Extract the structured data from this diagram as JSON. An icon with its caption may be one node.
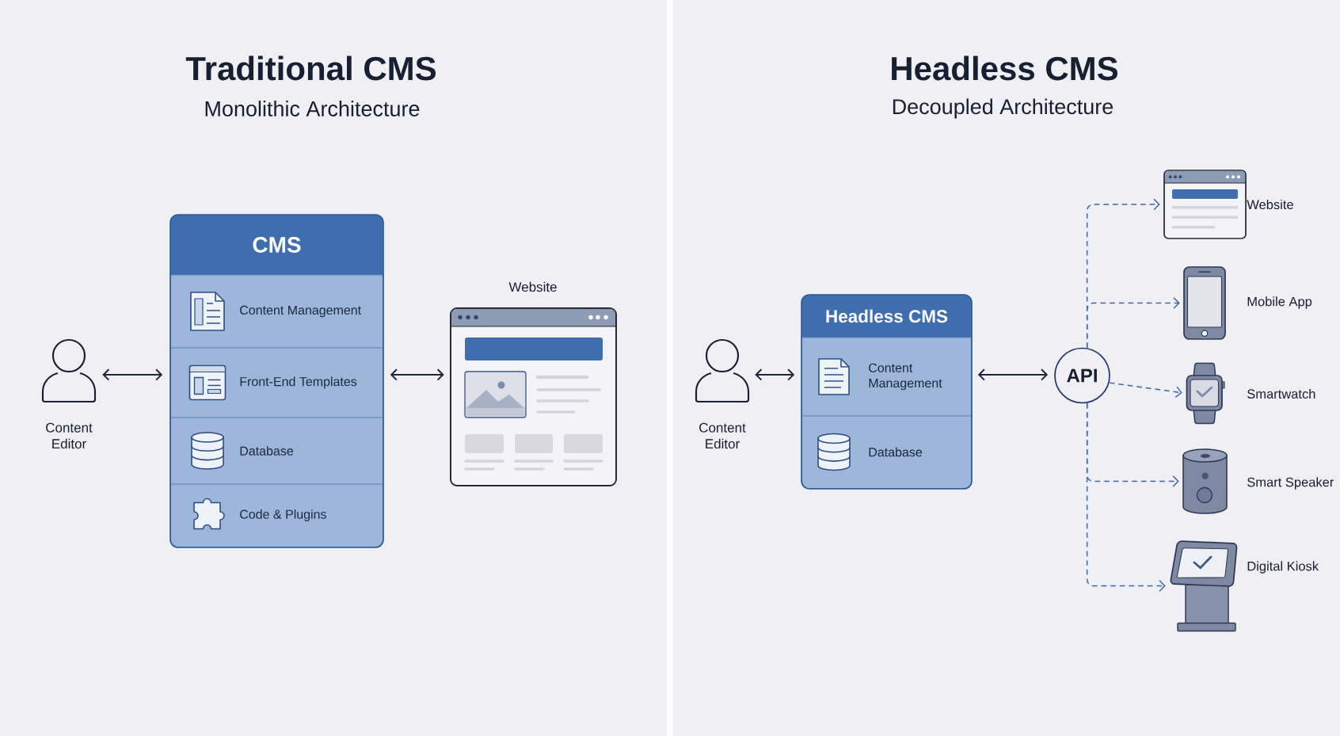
{
  "diagram": {
    "nodes": [
      {
        "text": [
          "Traditional CMS",
          "Monolithic Architecture"
        ]
      },
      {
        "text": [],
        "shape": "person",
        "beside": [
          "Content Editor"
        ],
        "in": 0
      },
      {
        "text": [
          "CMS"
        ],
        "in": 0
      },
      {
        "text": [
          "Content Management"
        ],
        "in": 2
      },
      {
        "text": [
          "Front-End Templates"
        ],
        "in": 2
      },
      {
        "text": [
          "Database"
        ],
        "in": 2
      },
      {
        "text": [
          "Code & Plugins"
        ],
        "in": 2
      },
      {
        "text": [],
        "shape": "picture",
        "beside": [
          "Website"
        ],
        "in": 0
      },
      {
        "text": [
          "Headless CMS",
          "Decoupled Architecture"
        ]
      },
      {
        "text": [],
        "shape": "person",
        "beside": [
          "Content Editor"
        ],
        "in": 8
      },
      {
        "text": [
          "Headless CMS"
        ],
        "in": 8
      },
      {
        "text": [
          "Content Management"
        ],
        "in": 10
      },
      {
        "text": [
          "Database"
        ],
        "in": 10
      },
      {
        "text": [
          "API"
        ],
        "in": 8
      },
      {
        "text": [],
        "shape": "picture",
        "beside": [
          "Website"
        ],
        "in": 8
      },
      {
        "text": [],
        "shape": "picture",
        "beside": [
          "Mobile App"
        ],
        "in": 8
      },
      {
        "text": [],
        "shape": "picture",
        "beside": [
          "Smartwatch"
        ],
        "in": 8
      },
      {
        "text": [],
        "shape": "picture",
        "beside": [
          "Smart Speaker"
        ],
        "in": 8
      },
      {
        "text": [],
        "shape": "picture",
        "beside": [
          "Digital Kiosk"
        ],
        "in": 8
      }
    ],
    "edges": [
      {
        "from": 1,
        "to": 2,
        "arrow": "both",
        "color": "#1e2638"
      },
      {
        "from": 2,
        "to": 7,
        "arrow": "both",
        "color": "#1e2638"
      },
      {
        "from": 9,
        "to": 10,
        "arrow": "both",
        "color": "#1e2638"
      },
      {
        "from": 10,
        "to": 13,
        "arrow": "both",
        "color": "#1e2638"
      },
      {
        "from": 13,
        "to": 14,
        "arrow": "to",
        "style": "dashed",
        "color": "#3a66ab"
      },
      {
        "from": 13,
        "to": 15,
        "arrow": "to",
        "style": "dashed",
        "color": "#3a66ab"
      },
      {
        "from": 13,
        "to": 16,
        "arrow": "to",
        "style": "dashed",
        "color": "#3a66ab"
      },
      {
        "from": 13,
        "to": 17,
        "arrow": "to",
        "style": "dashed",
        "color": "#3a66ab"
      },
      {
        "from": 13,
        "to": 18,
        "arrow": "to",
        "style": "dashed",
        "color": "#3a66ab"
      }
    ]
  }
}
